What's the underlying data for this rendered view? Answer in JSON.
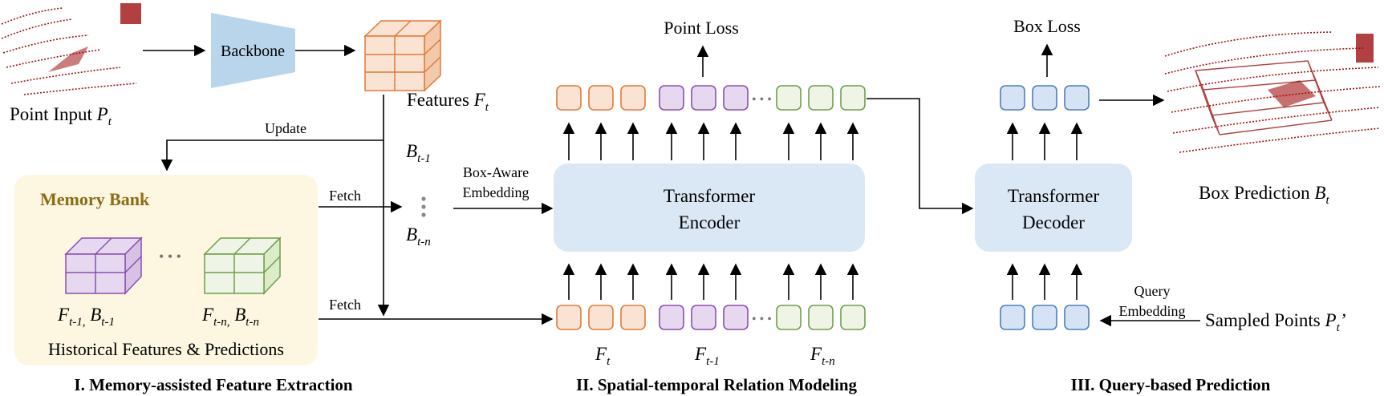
{
  "inputs": {
    "point_input_label": "Point Input",
    "point_input_var": "P",
    "point_input_sub": "t",
    "backbone_label": "Backbone",
    "features_label": "Features",
    "features_var": "F",
    "features_sub": "t",
    "update_label": "Update"
  },
  "memory": {
    "title": "Memory Bank",
    "fetch_top": "Fetch",
    "fetch_bottom": "Fetch",
    "ellipsis": "• • •",
    "item1": {
      "f": "F",
      "f_sub": "t-1,",
      "b": "B",
      "b_sub": "t-1"
    },
    "item2": {
      "f": "F",
      "f_sub": "t-n,",
      "b": "B",
      "b_sub": "t-n"
    },
    "caption": "Historical Features & Predictions"
  },
  "boxes": {
    "b1": "B",
    "b1_sub": "t-1",
    "bn": "B",
    "bn_sub": "t-n",
    "box_aware_line1": "Box-Aware",
    "box_aware_line2": "Embedding"
  },
  "encoder": {
    "line1": "Transformer",
    "line2": "Encoder",
    "point_loss": "Point Loss",
    "token_labels": [
      {
        "v": "F",
        "s": "t"
      },
      {
        "v": "F",
        "s": "t-1"
      },
      {
        "v": "F",
        "s": "t-n"
      }
    ]
  },
  "decoder": {
    "line1": "Transformer",
    "line2": "Decoder",
    "box_loss": "Box Loss",
    "query_line1": "Query",
    "query_line2": "Embedding",
    "sampled_label": "Sampled Points",
    "sampled_var": "P",
    "sampled_sub": "t",
    "sampled_prime": "’",
    "prediction_label": "Box Prediction",
    "prediction_var": "B",
    "prediction_sub": "t"
  },
  "sections": {
    "s1": "I. Memory-assisted Feature Extraction",
    "s2": "II. Spatial-temporal Relation Modeling",
    "s3": "III. Query-based Prediction"
  },
  "colors": {
    "orange_fill": "#fbe3d3",
    "orange_stroke": "#e07b39",
    "purple_fill": "#e6d9ef",
    "purple_stroke": "#8a4fb0",
    "green_fill": "#eef5e6",
    "green_stroke": "#6e9e4a",
    "blue_fill": "#d5e3f5",
    "blue_stroke": "#4a7fc0",
    "block_fill": "#dae8f6",
    "memory_bg": "#fdf6e0",
    "memory_title": "#8a6d17",
    "backbone": "#b9d5ec",
    "lidar": "#a01010"
  }
}
